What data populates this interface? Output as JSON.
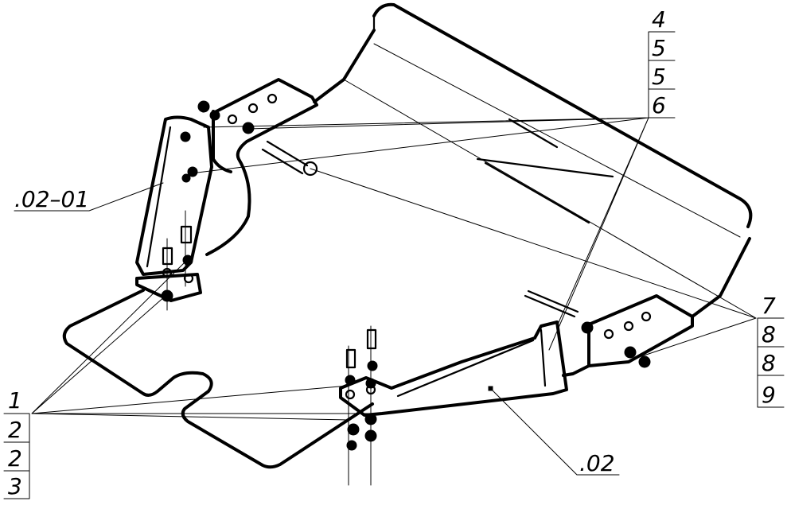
{
  "callouts": {
    "group_left": [
      "1",
      "2",
      "2",
      "3"
    ],
    "group_top_right": [
      "4",
      "5",
      "5",
      "6"
    ],
    "group_bottom_right": [
      "7",
      "8",
      "8",
      "9"
    ],
    "part_left": ".02–01",
    "part_bottom": ".02"
  }
}
